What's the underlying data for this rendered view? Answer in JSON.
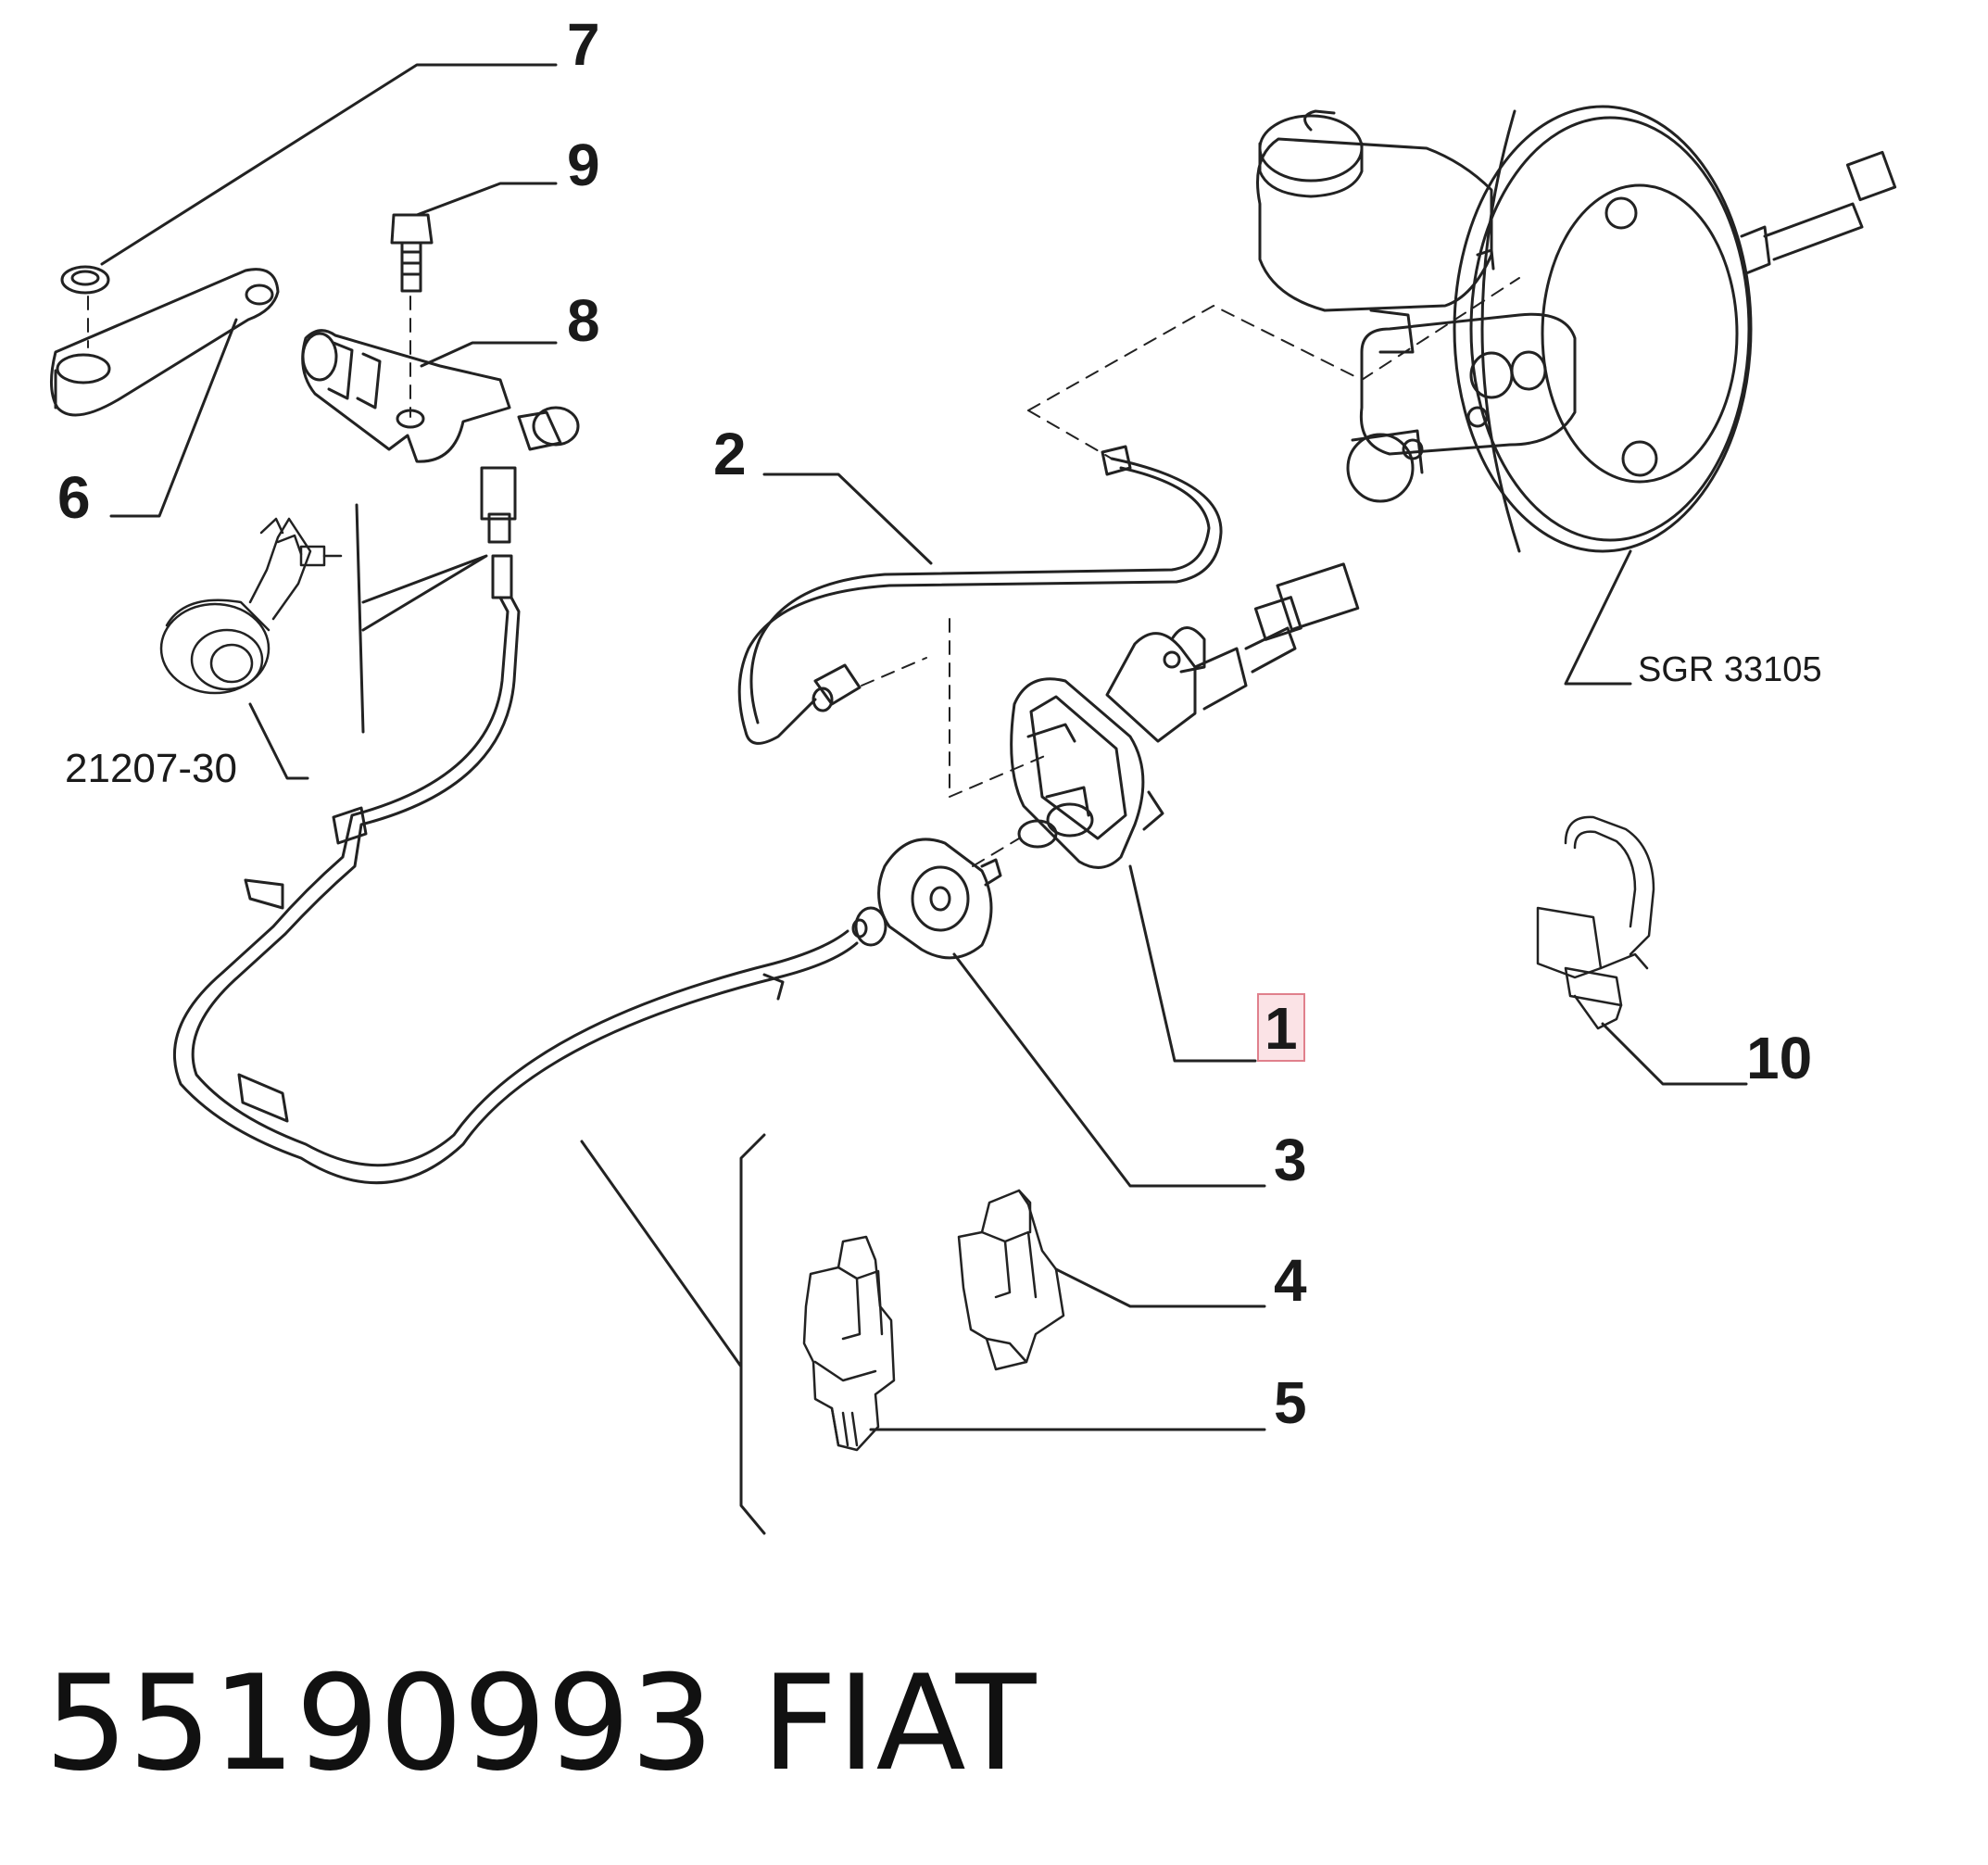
{
  "callouts": {
    "c1": "1",
    "c2": "2",
    "c3": "3",
    "c4": "4",
    "c5": "5",
    "c6": "6",
    "c7": "7",
    "c8": "8",
    "c9": "9",
    "c10": "10"
  },
  "refs": {
    "ref_sgr": "SGR 33105",
    "ref_group": "21207-30"
  },
  "highlighted_callout": "1",
  "highlight_color": "#fbe3e6",
  "footer": {
    "part_number": "55190993",
    "brand": "FIAT"
  }
}
